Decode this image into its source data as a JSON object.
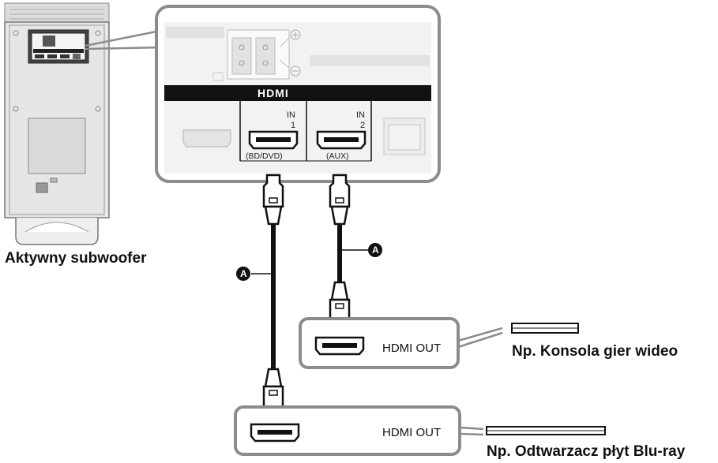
{
  "labels": {
    "subwoofer": "Aktywny subwoofer",
    "game_console": "Np. Konsola gier wideo",
    "bluray_player": "Np. Odtwarzacz płyt Blu-ray"
  },
  "panel": {
    "brand": "HDMI",
    "in1_label": "IN",
    "in1_num": "1",
    "in1_sub": "(BD/DVD)",
    "in2_label": "IN",
    "in2_num": "2",
    "in2_sub": "(AUX)"
  },
  "devices": {
    "console_port": "HDMI OUT",
    "bluray_port": "HDMI OUT"
  },
  "cable_marker": "A",
  "colors": {
    "line": "#111111",
    "panel_fill": "#f2f2f2",
    "box_stroke": "#8c8c8c",
    "subwoofer_body": "#e6e6e6"
  }
}
